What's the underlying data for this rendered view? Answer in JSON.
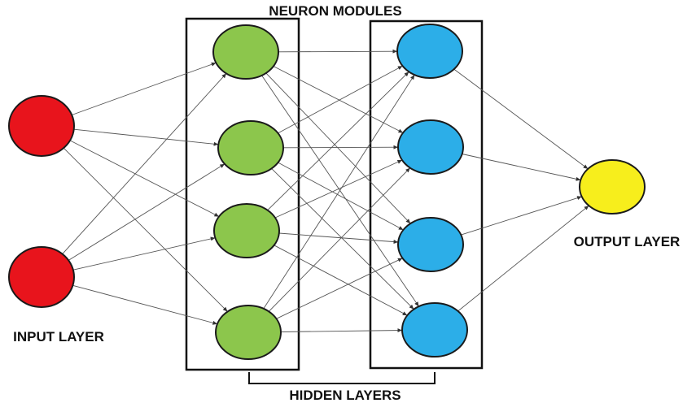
{
  "labels": {
    "neuron_modules": "NEURON MODULES",
    "hidden_layers": "HIDDEN LAYERS",
    "input_layer": "INPUT LAYER",
    "output_layer": "OUTPUT LAYER"
  },
  "colors": {
    "input": "#e8141c",
    "hidden1": "#8cc64c",
    "hidden2": "#2caee8",
    "output": "#f7ee1c",
    "stroke": "#1a1a1a",
    "edge": "#555555",
    "text": "#111111"
  },
  "layers": [
    {
      "id": "input",
      "count": 2
    },
    {
      "id": "hidden1",
      "count": 4
    },
    {
      "id": "hidden2",
      "count": 4
    },
    {
      "id": "output",
      "count": 1
    }
  ]
}
